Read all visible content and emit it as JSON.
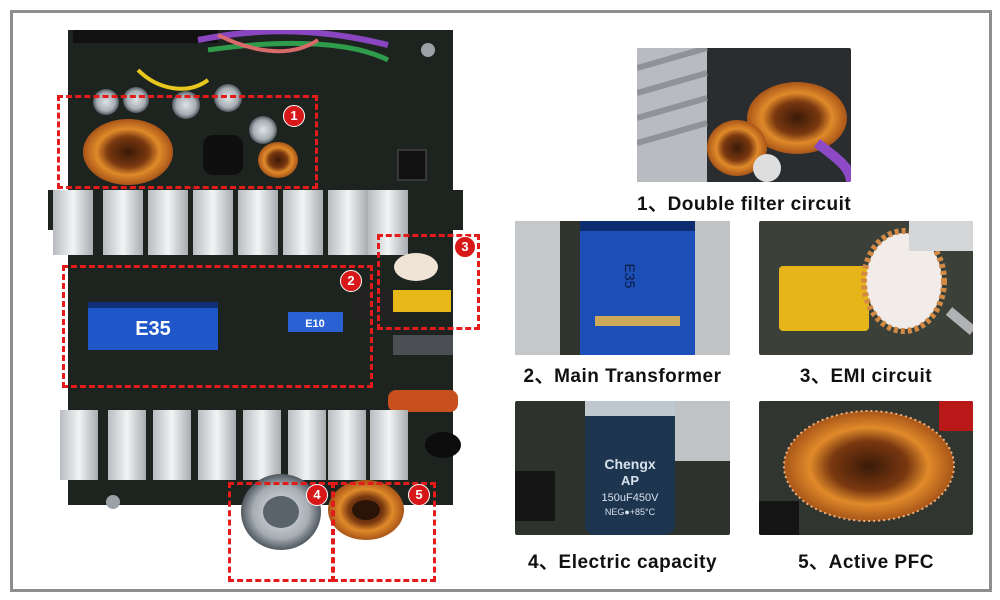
{
  "board": {
    "transformer_label": "E35",
    "small_transformer_label": "E10",
    "callout_numbers": [
      "1",
      "2",
      "3",
      "4",
      "5"
    ]
  },
  "captions": {
    "double_filter": "1、Double filter circuit",
    "main_transformer": "2、Main Transformer",
    "emi_circuit": "3、EMI circuit",
    "electric_capacity": "4、Electric capacity",
    "active_pfc": "5、Active PFC"
  },
  "photo_text": {
    "transformer_closeup": "E35",
    "capacitor_brand": "Chengx",
    "capacitor_series": "AP",
    "capacitor_rating": "150uF450V",
    "capacitor_temp": "NEG●+85°C"
  },
  "colors": {
    "callout_red": "#e31b1b",
    "frame_gray": "#8e8e8e",
    "pcb_dark": "#1d2420"
  }
}
